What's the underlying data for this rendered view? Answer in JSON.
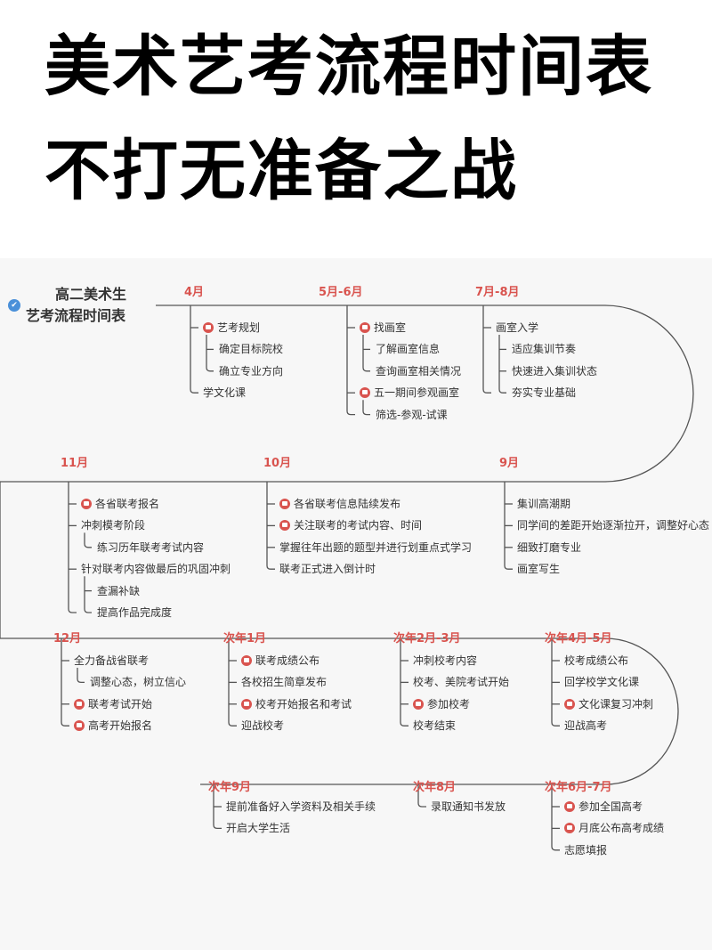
{
  "header": {
    "title_line1": "美术艺考流程时间表",
    "title_line2": "不打无准备之战"
  },
  "diagram_title": {
    "line1": "高二美术生",
    "line2": "艺考流程时间表"
  },
  "colors": {
    "accent": "#d9544f",
    "line": "#555555",
    "check": "#4a90d9"
  },
  "periods": [
    {
      "date": "4月",
      "items": [
        {
          "text": "艺考规划",
          "flag": true,
          "level": 0
        },
        {
          "text": "确定目标院校",
          "flag": false,
          "level": 1
        },
        {
          "text": "确立专业方向",
          "flag": false,
          "level": 1
        },
        {
          "text": "学文化课",
          "flag": false,
          "level": 0
        }
      ]
    },
    {
      "date": "5月-6月",
      "items": [
        {
          "text": "找画室",
          "flag": true,
          "level": 0
        },
        {
          "text": "了解画室信息",
          "flag": false,
          "level": 1
        },
        {
          "text": "查询画室相关情况",
          "flag": false,
          "level": 1
        },
        {
          "text": "五一期间参观画室",
          "flag": true,
          "level": 0
        },
        {
          "text": "筛选-参观-试课",
          "flag": false,
          "level": 1
        }
      ]
    },
    {
      "date": "7月-8月",
      "items": [
        {
          "text": "画室入学",
          "flag": false,
          "level": 0
        },
        {
          "text": "适应集训节奏",
          "flag": false,
          "level": 1
        },
        {
          "text": "快速进入集训状态",
          "flag": false,
          "level": 1
        },
        {
          "text": "夯实专业基础",
          "flag": false,
          "level": 1
        }
      ]
    },
    {
      "date": "9月",
      "items": [
        {
          "text": "集训高潮期",
          "flag": false,
          "level": 0
        },
        {
          "text": "同学间的差距开始逐渐拉开，调整好心态",
          "flag": false,
          "level": 0
        },
        {
          "text": "细致打磨专业",
          "flag": false,
          "level": 0
        },
        {
          "text": "画室写生",
          "flag": false,
          "level": 0
        }
      ]
    },
    {
      "date": "10月",
      "items": [
        {
          "text": "各省联考信息陆续发布",
          "flag": true,
          "level": 0
        },
        {
          "text": "关注联考的考试内容、时间",
          "flag": true,
          "level": 0
        },
        {
          "text": "掌握往年出题的题型并进行划重点式学习",
          "flag": false,
          "level": 0
        },
        {
          "text": "联考正式进入倒计时",
          "flag": false,
          "level": 0
        }
      ]
    },
    {
      "date": "11月",
      "items": [
        {
          "text": "各省联考报名",
          "flag": true,
          "level": 0
        },
        {
          "text": "冲刺模考阶段",
          "flag": false,
          "level": 0
        },
        {
          "text": "练习历年联考考试内容",
          "flag": false,
          "level": 1
        },
        {
          "text": "针对联考内容做最后的巩固冲刺",
          "flag": false,
          "level": 0
        },
        {
          "text": "查漏补缺",
          "flag": false,
          "level": 1
        },
        {
          "text": "提高作品完成度",
          "flag": false,
          "level": 1
        }
      ]
    },
    {
      "date": "12月",
      "items": [
        {
          "text": "全力备战省联考",
          "flag": false,
          "level": 0
        },
        {
          "text": "调整心态，树立信心",
          "flag": false,
          "level": 1
        },
        {
          "text": "联考考试开始",
          "flag": true,
          "level": 0
        },
        {
          "text": "高考开始报名",
          "flag": true,
          "level": 0
        }
      ]
    },
    {
      "date": "次年1月",
      "items": [
        {
          "text": "联考成绩公布",
          "flag": true,
          "level": 0
        },
        {
          "text": "各校招生简章发布",
          "flag": false,
          "level": 0
        },
        {
          "text": "校考开始报名和考试",
          "flag": true,
          "level": 0
        },
        {
          "text": "迎战校考",
          "flag": false,
          "level": 0
        }
      ]
    },
    {
      "date": "次年2月-3月",
      "items": [
        {
          "text": "冲刺校考内容",
          "flag": false,
          "level": 0
        },
        {
          "text": "校考、美院考试开始",
          "flag": false,
          "level": 0
        },
        {
          "text": "参加校考",
          "flag": true,
          "level": 0
        },
        {
          "text": "校考结束",
          "flag": false,
          "level": 0
        }
      ]
    },
    {
      "date": "次年4月-5月",
      "items": [
        {
          "text": "校考成绩公布",
          "flag": false,
          "level": 0
        },
        {
          "text": "回学校学文化课",
          "flag": false,
          "level": 0
        },
        {
          "text": "文化课复习冲刺",
          "flag": true,
          "level": 0
        },
        {
          "text": "迎战高考",
          "flag": false,
          "level": 0
        }
      ]
    },
    {
      "date": "次年6月-7月",
      "items": [
        {
          "text": "参加全国高考",
          "flag": true,
          "level": 0
        },
        {
          "text": "月底公布高考成绩",
          "flag": true,
          "level": 0
        },
        {
          "text": "志愿填报",
          "flag": false,
          "level": 0
        }
      ]
    },
    {
      "date": "次年8月",
      "items": [
        {
          "text": "录取通知书发放",
          "flag": false,
          "level": 0
        }
      ]
    },
    {
      "date": "次年9月",
      "items": [
        {
          "text": "提前准备好入学资料及相关手续",
          "flag": false,
          "level": 0
        },
        {
          "text": "开启大学生活",
          "flag": false,
          "level": 0
        }
      ]
    }
  ]
}
